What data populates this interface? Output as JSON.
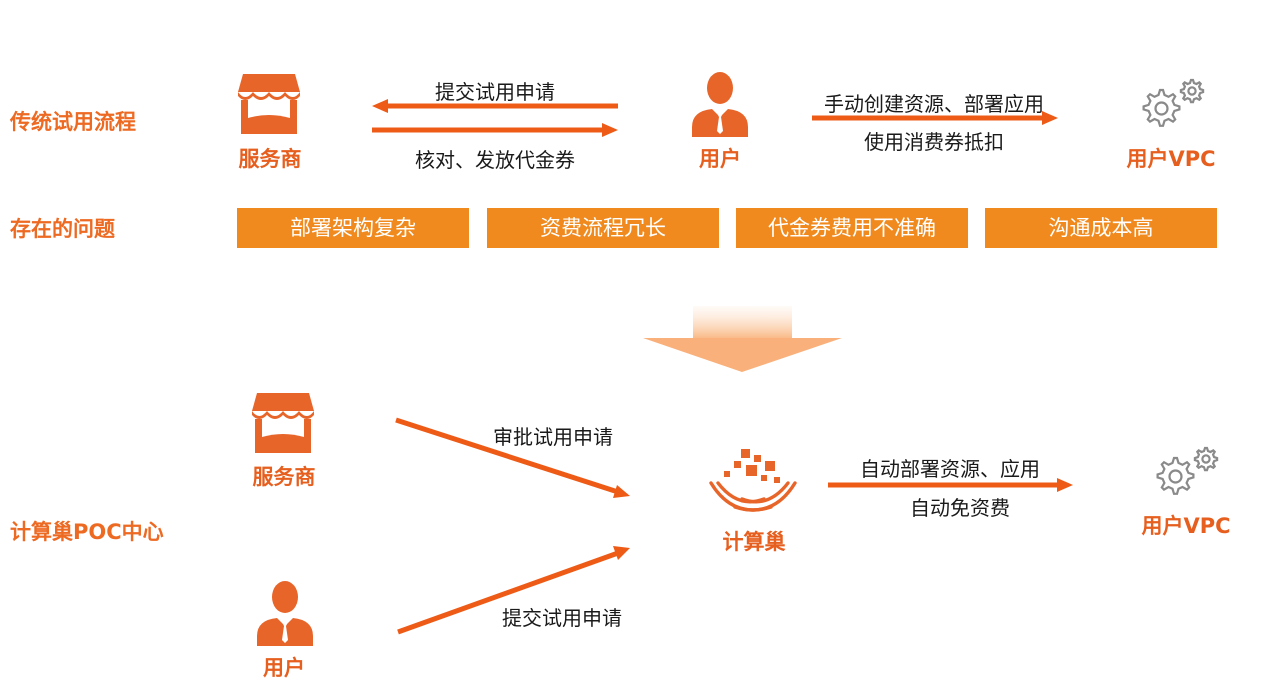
{
  "sections": {
    "traditional": "传统试用流程",
    "problems": "存在的问题",
    "poc_center": "计算巢POC中心"
  },
  "traditional_flow": {
    "service_provider": "服务商",
    "user": "用户",
    "user_vpc": "用户VPC",
    "submit_request": "提交试用申请",
    "verify_voucher": "核对、发放代金券",
    "manual_create": "手动创建资源、部署应用",
    "use_voucher": "使用消费券抵扣"
  },
  "problems": [
    "部署架构复杂",
    "资费流程冗长",
    "代金券费用不准确",
    "沟通成本高"
  ],
  "poc_flow": {
    "service_provider": "服务商",
    "user": "用户",
    "compute_nest": "计算巢",
    "user_vpc": "用户VPC",
    "approve_request": "审批试用申请",
    "submit_request": "提交试用申请",
    "auto_deploy": "自动部署资源、应用",
    "auto_free": "自动免资费"
  },
  "colors": {
    "accent": "#ED6A23",
    "problem_fill": "#F08A1E",
    "icon_fill": "#E8652A",
    "gear_stroke": "#8a8a8a"
  }
}
